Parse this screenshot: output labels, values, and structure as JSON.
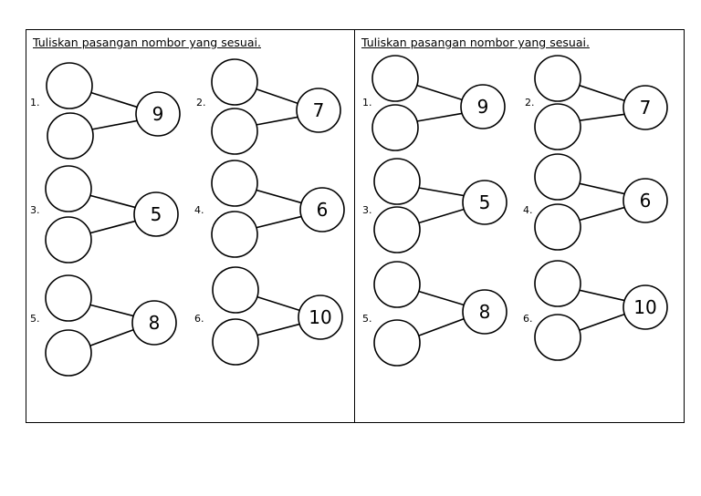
{
  "worksheets": [
    {
      "title": "Tuliskan pasangan nombor yang sesuai.",
      "problems": [
        {
          "number": "1.",
          "whole": "9"
        },
        {
          "number": "2.",
          "whole": "7"
        },
        {
          "number": "3.",
          "whole": "5"
        },
        {
          "number": "4.",
          "whole": "6"
        },
        {
          "number": "5.",
          "whole": "8"
        },
        {
          "number": "6.",
          "whole": "10"
        }
      ]
    },
    {
      "title": "Tuliskan pasangan nombor yang sesuai.",
      "problems": [
        {
          "number": "1.",
          "whole": "9"
        },
        {
          "number": "2.",
          "whole": "7"
        },
        {
          "number": "3.",
          "whole": "5"
        },
        {
          "number": "4.",
          "whole": "6"
        },
        {
          "number": "5.",
          "whole": "8"
        },
        {
          "number": "6.",
          "whole": "10"
        }
      ]
    }
  ]
}
